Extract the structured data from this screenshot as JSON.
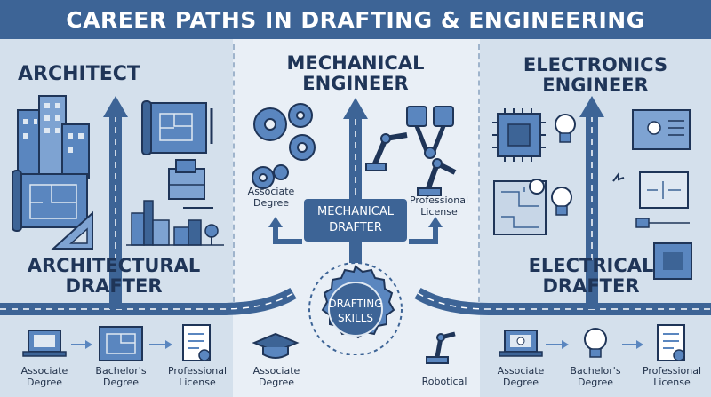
{
  "title": "CAREER PATHS IN DRAFTING & ENGINEERING",
  "left": {
    "top_label": "ARCHITECT",
    "bottom_label_line1": "ARCHITECTURAL",
    "bottom_label_line2": "DRAFTER",
    "steps": [
      {
        "line1": "Associate",
        "line2": "Degree"
      },
      {
        "line1": "Bachelor's",
        "line2": "Degree"
      },
      {
        "line1": "Professional",
        "line2": "License"
      }
    ]
  },
  "middle": {
    "top_label_line1": "MECHANICAL",
    "top_label_line2": "ENGINEER",
    "drafter_line1": "MECHANICAL",
    "drafter_line2": "DRAFTER",
    "associate": {
      "line1": "Associate",
      "line2": "Degree"
    },
    "license": {
      "line1": "Professional",
      "line2": "License"
    },
    "skills_line1": "DRAFTING",
    "skills_line2": "SKILLS",
    "bottom_associate": {
      "line1": "Associate",
      "line2": "Degree"
    },
    "bottom_robotical": "Robotical"
  },
  "right": {
    "top_label_line1": "ELECTRONICS",
    "top_label_line2": "ENGINEER",
    "bottom_label_line1": "ELECTRICAL",
    "bottom_label_line2": "DRAFTER",
    "steps": [
      {
        "line1": "Associate",
        "line2": "Degree"
      },
      {
        "line1": "Bachelor's",
        "line2": "Degree"
      },
      {
        "line1": "Professional",
        "line2": "License"
      }
    ]
  },
  "colors": {
    "banner": "#3d6496",
    "arrow": "#3d6496",
    "accent": "#5a86bf",
    "text": "#1f3558"
  }
}
